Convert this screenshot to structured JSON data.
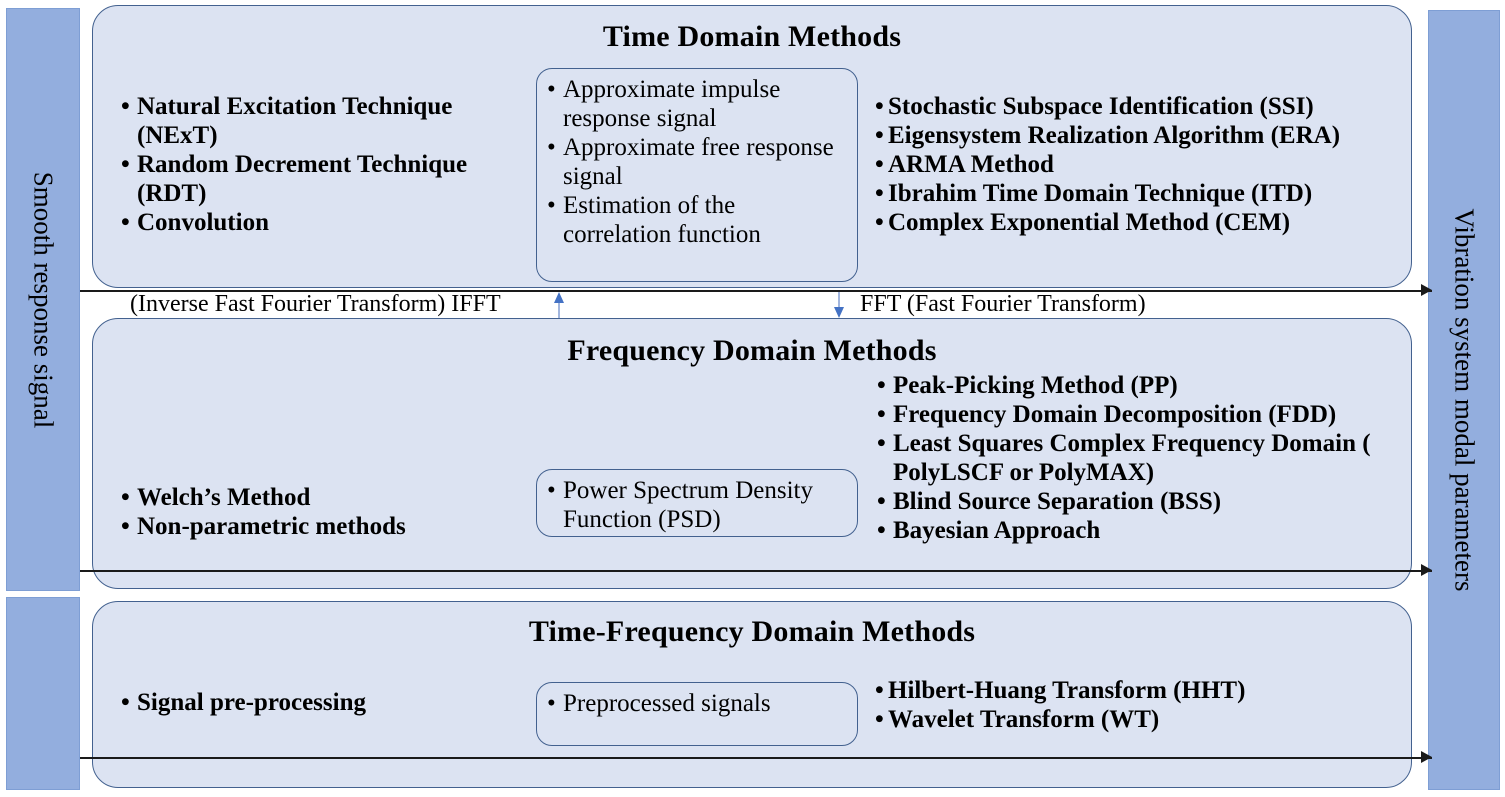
{
  "left_bar": {
    "label": "Smooth response signal"
  },
  "right_bar": {
    "label": "Vibration system modal parameters"
  },
  "colors": {
    "bar_fill": "#93aede",
    "panel_fill": "#dce3f2",
    "panel_border": "#43618f",
    "arrow_black": "#1a1a1a",
    "arrow_blue": "#4472c4"
  },
  "transforms": {
    "ifft_label": "(Inverse Fast Fourier Transform) IFFT",
    "fft_label": "FFT (Fast Fourier Transform)",
    "up_arrow_icon": "arrow-up-icon",
    "down_arrow_icon": "arrow-down-icon"
  },
  "panels": [
    {
      "id": "time",
      "title": "Time Domain Methods",
      "left_items": [
        "Natural Excitation Technique (NExT)",
        "Random Decrement Technique (RDT)",
        "Convolution"
      ],
      "middle_box_items": [
        "Approximate impulse response signal",
        "Approximate free response signal",
        "Estimation of the correlation function"
      ],
      "right_items": [
        "Stochastic Subspace Identification (SSI)",
        "Eigensystem Realization Algorithm (ERA)",
        "ARMA Method",
        "Ibrahim Time Domain Technique (ITD)",
        "Complex Exponential Method (CEM)"
      ]
    },
    {
      "id": "frequency",
      "title": "Frequency Domain Methods",
      "left_items": [
        "Welch’s Method",
        "Non-parametric methods"
      ],
      "middle_box_items": [
        "Power Spectrum Density Function (PSD)"
      ],
      "right_items": [
        "Peak-Picking Method (PP)",
        "Frequency Domain Decomposition (FDD)",
        "Least Squares Complex Frequency Domain ( PolyLSCF or PolyMAX)",
        "Blind Source Separation (BSS)",
        "Bayesian Approach"
      ]
    },
    {
      "id": "time-frequency",
      "title": "Time-Frequency Domain Methods",
      "left_items": [
        "Signal pre-processing"
      ],
      "middle_box_items": [
        "Preprocessed signals"
      ],
      "right_items": [
        "Hilbert-Huang Transform (HHT)",
        "Wavelet Transform (WT)"
      ]
    }
  ]
}
